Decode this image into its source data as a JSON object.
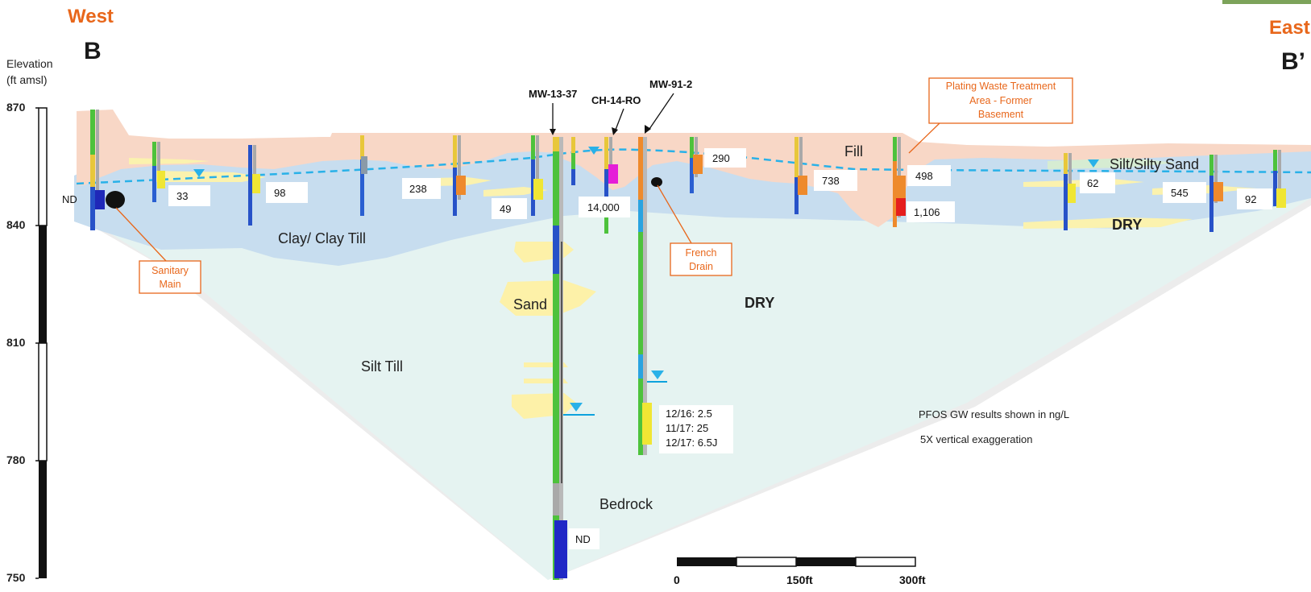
{
  "header": {
    "west_label": "West",
    "east_label": "East",
    "section_start": "B",
    "section_end": "B’"
  },
  "elevation_axis": {
    "label_line1": "Elevation",
    "label_line2": "(ft amsl)",
    "ticks": [
      "870",
      "840",
      "810",
      "780",
      "750"
    ]
  },
  "wells": {
    "mw_13_37": "MW-13-37",
    "ch_14_ro": "CH-14-RO",
    "mw_91_2": "MW-91-2"
  },
  "callouts": {
    "plating_line1": "Plating Waste Treatment",
    "plating_line2": "Area - Former",
    "plating_line3": "Basement",
    "sanitary_line1": "Sanitary",
    "sanitary_line2": "Main",
    "french_line1": "French",
    "french_line2": "Drain"
  },
  "units": {
    "clay": "Clay/ Clay Till",
    "sand": "Sand",
    "silt_till": "Silt Till",
    "bedrock": "Bedrock",
    "fill": "Fill",
    "silt_sand": "Silt/Silty Sand",
    "dry_main": "DRY",
    "dry_east": "DRY"
  },
  "results": {
    "nd_west": "ND",
    "r33": "33",
    "r98": "98",
    "r238": "238",
    "r49": "49",
    "r14000": "14,000",
    "r290": "290",
    "r738": "738",
    "r498": "498",
    "r1106": "1,106",
    "r62": "62",
    "r545": "545",
    "r92": "92",
    "nd_deep": "ND",
    "series_1": "12/16: 2.5",
    "series_2": "11/17: 25",
    "series_3": "12/17: 6.5J"
  },
  "notes": {
    "pfos": "PFOS GW results shown in ng/L",
    "exaggeration": "5X vertical exaggeration"
  },
  "scale_bar": {
    "zero": "0",
    "mid": "150ft",
    "end": "300ft"
  },
  "colors": {
    "orange_label": "#e8671b",
    "fill_layer": "#f8d7c6",
    "clay_layer": "#c6dcef",
    "silt_till_layer": "#e6f3f1",
    "bedrock_layer": "#ececec",
    "sand_layer": "#fdf4b0",
    "water_table": "#29b1e8"
  }
}
